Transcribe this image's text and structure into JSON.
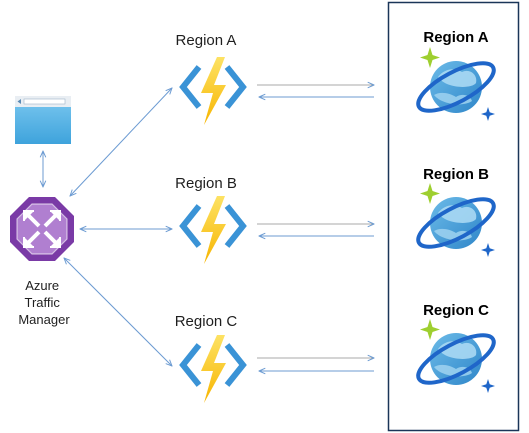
{
  "traffic_manager": {
    "line1": "Azure",
    "line2": "Traffic",
    "line3": "Manager",
    "icon": "azure-traffic-manager-icon"
  },
  "client": {
    "icon": "browser-window-icon"
  },
  "function_regions": [
    {
      "label": "Region A",
      "icon": "azure-functions-icon"
    },
    {
      "label": "Region B",
      "icon": "azure-functions-icon"
    },
    {
      "label": "Region C",
      "icon": "azure-functions-icon"
    }
  ],
  "database_regions": [
    {
      "label": "Region A",
      "icon": "cosmos-db-icon"
    },
    {
      "label": "Region B",
      "icon": "cosmos-db-icon"
    },
    {
      "label": "Region C",
      "icon": "cosmos-db-icon"
    }
  ],
  "colors": {
    "arrow": "#6c9bd2",
    "func_bracket": "#3a93d6",
    "bolt": "#fcd116",
    "traffic_manager": "#7a3aa6",
    "cosmos_planet": "#3c91d2",
    "cosmos_ring": "#1f66c9",
    "cosmos_star": "#9ecf2f",
    "panel_border": "#1a3558"
  }
}
